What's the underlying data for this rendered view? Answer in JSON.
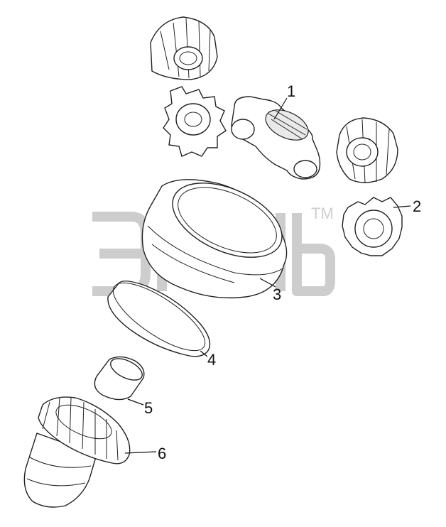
{
  "diagram": {
    "callouts": [
      {
        "id": "1",
        "label": "1"
      },
      {
        "id": "2",
        "label": "2"
      },
      {
        "id": "3",
        "label": "3"
      },
      {
        "id": "4",
        "label": "4"
      },
      {
        "id": "5",
        "label": "5"
      },
      {
        "id": "6",
        "label": "6"
      }
    ],
    "watermark": {
      "trademark": "TM"
    }
  }
}
